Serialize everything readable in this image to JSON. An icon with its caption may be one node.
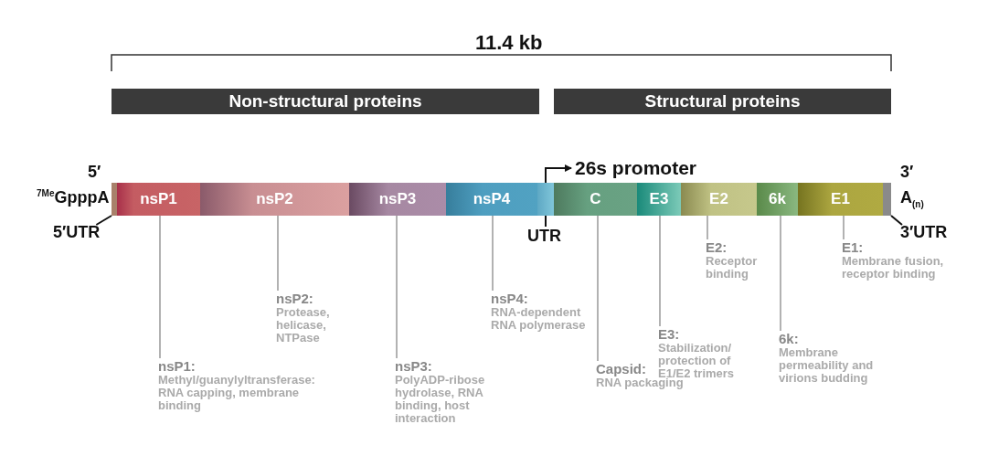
{
  "diagram": {
    "nodes": [
      {
        "text": [
          "Non-structural proteins"
        ]
      },
      {
        "text": [
          "Structural proteins"
        ]
      },
      {
        "text": [],
        "shape": "bar"
      },
      {
        "text": [
          "nsP1"
        ]
      },
      {
        "text": [
          "nsP2"
        ]
      },
      {
        "text": [
          "nsP3"
        ]
      },
      {
        "text": [
          "nsP4"
        ]
      },
      {
        "text": [],
        "shape": "bar"
      },
      {
        "text": [
          "C"
        ]
      },
      {
        "text": [
          "E3"
        ]
      },
      {
        "text": [
          "E2"
        ]
      },
      {
        "text": [
          "6k"
        ]
      },
      {
        "text": [
          "E1"
        ]
      },
      {
        "text": [],
        "shape": "bar"
      },
      {
        "text": [
          "5′UTR"
        ]
      },
      {
        "text": [
          "UTR"
        ]
      },
      {
        "text": [
          "26s promoter"
        ]
      },
      {
        "text": [
          "3′UTR"
        ]
      },
      {
        "text": [
          "nsP1:",
          "Methyl/guanylyltransferase: RNA capping, membrane binding"
        ]
      },
      {
        "text": [
          "nsP2:",
          "Protease, helicase, NTPase"
        ]
      },
      {
        "text": [
          "nsP3:",
          "PolyADP-ribose hydrolase, RNA binding, host interaction"
        ]
      },
      {
        "text": [
          "nsP4:",
          "RNA-dependent RNA polymerase"
        ]
      },
      {
        "text": [
          "Capsid:",
          "RNA packaging"
        ]
      },
      {
        "text": [
          "E3:",
          "Stabilization/ protection of E1/E2 trimers"
        ]
      },
      {
        "text": [
          "E2:",
          "Receptor binding"
        ]
      },
      {
        "text": [
          "6k:",
          "Membrane permeability and virions budding"
        ]
      },
      {
        "text": [
          "E1:",
          "Membrane fusion, receptor binding"
        ]
      }
    ],
    "edges": [
      {
        "from": 14,
        "to": 2,
        "arrow": "none",
        "color": "#111111"
      },
      {
        "from": 15,
        "to": 7,
        "arrow": "none",
        "color": "#111111"
      },
      {
        "from": 7,
        "to": 16,
        "arrow": "to",
        "color": "#111111"
      },
      {
        "from": 17,
        "to": 13,
        "arrow": "none",
        "color": "#111111"
      },
      {
        "from": 18,
        "to": 3,
        "arrow": "none"
      },
      {
        "from": 19,
        "to": 4,
        "arrow": "none"
      },
      {
        "from": 20,
        "to": 5,
        "arrow": "none"
      },
      {
        "from": 21,
        "to": 6,
        "arrow": "none"
      },
      {
        "from": 22,
        "to": 8,
        "arrow": "none"
      },
      {
        "from": 23,
        "to": 9,
        "arrow": "none"
      },
      {
        "from": 24,
        "to": 10,
        "arrow": "none"
      },
      {
        "from": 25,
        "to": 11,
        "arrow": "none"
      },
      {
        "from": 26,
        "to": 12,
        "arrow": "none"
      }
    ],
    "labels": [
      "11.4 kb",
      "5′",
      "$^{7Me}$GpppA",
      "3′",
      "A$_{(n)}$"
    ]
  }
}
